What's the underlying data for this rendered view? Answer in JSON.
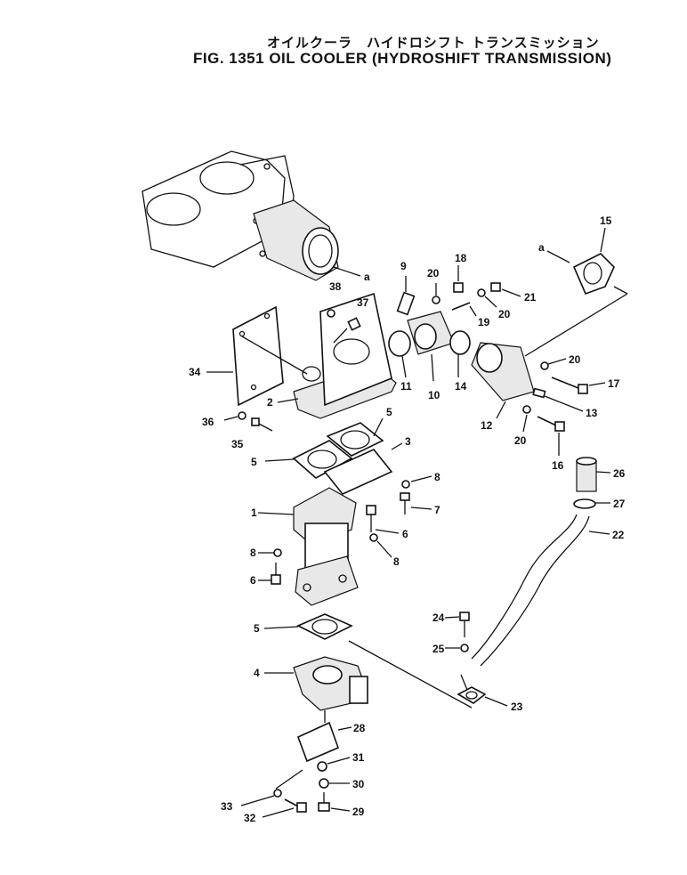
{
  "title": {
    "japanese": "オイルクーラ　ハイドロシフト トランスミッション",
    "english": "FIG. 1351 OIL COOLER (HYDROSHIFT TRANSMISSION)"
  },
  "callouts": {
    "c1": "1",
    "c2": "2",
    "c3": "3",
    "c4": "4",
    "c5a": "5",
    "c5b": "5",
    "c5c": "5",
    "c6a": "6",
    "c6b": "6",
    "c7": "7",
    "c8a": "8",
    "c8b": "8",
    "c8c": "8",
    "c9": "9",
    "c10": "10",
    "c11": "11",
    "c12": "12",
    "c13": "13",
    "c14": "14",
    "c15": "15",
    "c16": "16",
    "c17": "17",
    "c18": "18",
    "c19": "19",
    "c20a": "20",
    "c20b": "20",
    "c20c": "20",
    "c20d": "20",
    "c21": "21",
    "c22": "22",
    "c23": "23",
    "c24": "24",
    "c25": "25",
    "c26": "26",
    "c27": "27",
    "c28": "28",
    "c29": "29",
    "c30": "30",
    "c31": "31",
    "c32": "32",
    "c33": "33",
    "c34": "34",
    "c35": "35",
    "c36": "36",
    "c37": "37",
    "c38": "38",
    "ref_a1": "a",
    "ref_a2": "a"
  }
}
